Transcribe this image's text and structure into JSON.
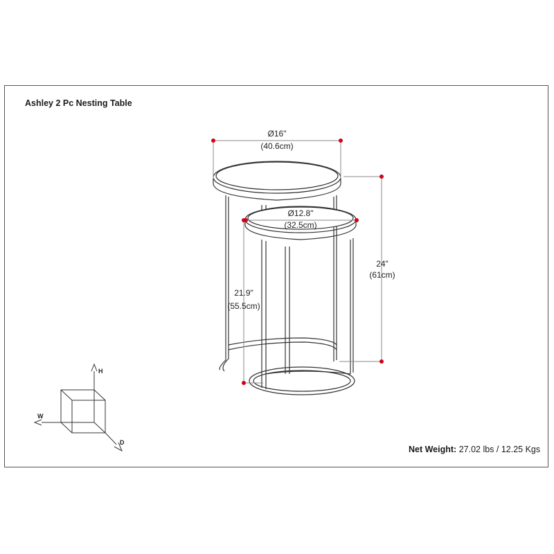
{
  "title": "Ashley 2 Pc Nesting Table",
  "dimensions": {
    "large_diameter_in": "Ø16\"",
    "large_diameter_cm": "(40.6cm)",
    "small_diameter_in": "Ø12.8\"",
    "small_diameter_cm": "(32.5cm)",
    "large_height_in": "24\"",
    "large_height_cm": "(61cm)",
    "small_height_in": "21.9\"",
    "small_height_cm": "(55.5cm)"
  },
  "axes": {
    "h": "H",
    "w": "W",
    "d": "D"
  },
  "net_weight": {
    "label": "Net Weight:",
    "value": " 27.02 lbs / 12.25 Kgs"
  },
  "colors": {
    "marker": "#d0021b",
    "dim_line": "#8a8a8a",
    "line": "#333333"
  }
}
